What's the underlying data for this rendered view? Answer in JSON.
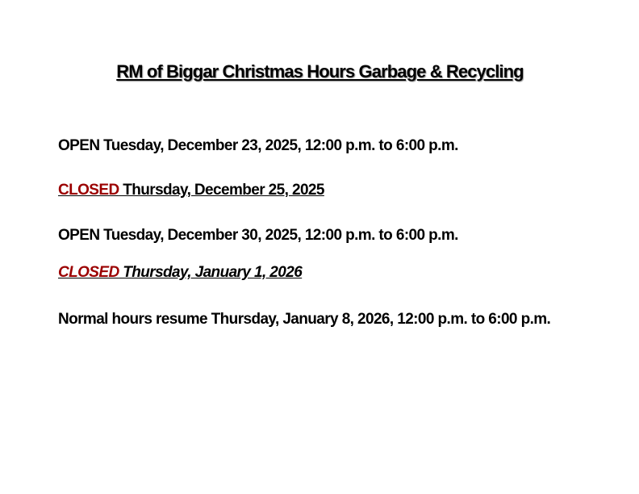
{
  "title": "RM of Biggar Christmas Hours  Garbage & Recycling",
  "lines": [
    {
      "text": "OPEN Tuesday, December 23, 2025, 12:00 p.m. to 6:00 p.m."
    },
    {
      "status": "CLOSED",
      "rest": " Thursday, December 25, 2025"
    },
    {
      "text": "OPEN Tuesday, December 30, 2025, 12:00 p.m. to 6:00 p.m."
    },
    {
      "status": "CLOSED",
      "rest": " Thursday, January 1, 2026"
    },
    {
      "text": "Normal hours resume Thursday, January 8, 2026, 12:00 p.m. to 6:00 p.m."
    }
  ],
  "colors": {
    "closed": "#9b0000"
  }
}
